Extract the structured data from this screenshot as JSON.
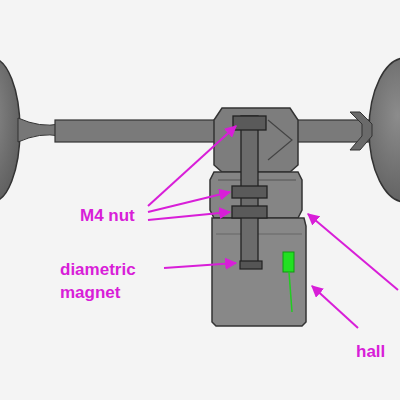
{
  "diagram": {
    "labels": [
      "M4 nut",
      "diametric magnet",
      "hall"
    ]
  }
}
